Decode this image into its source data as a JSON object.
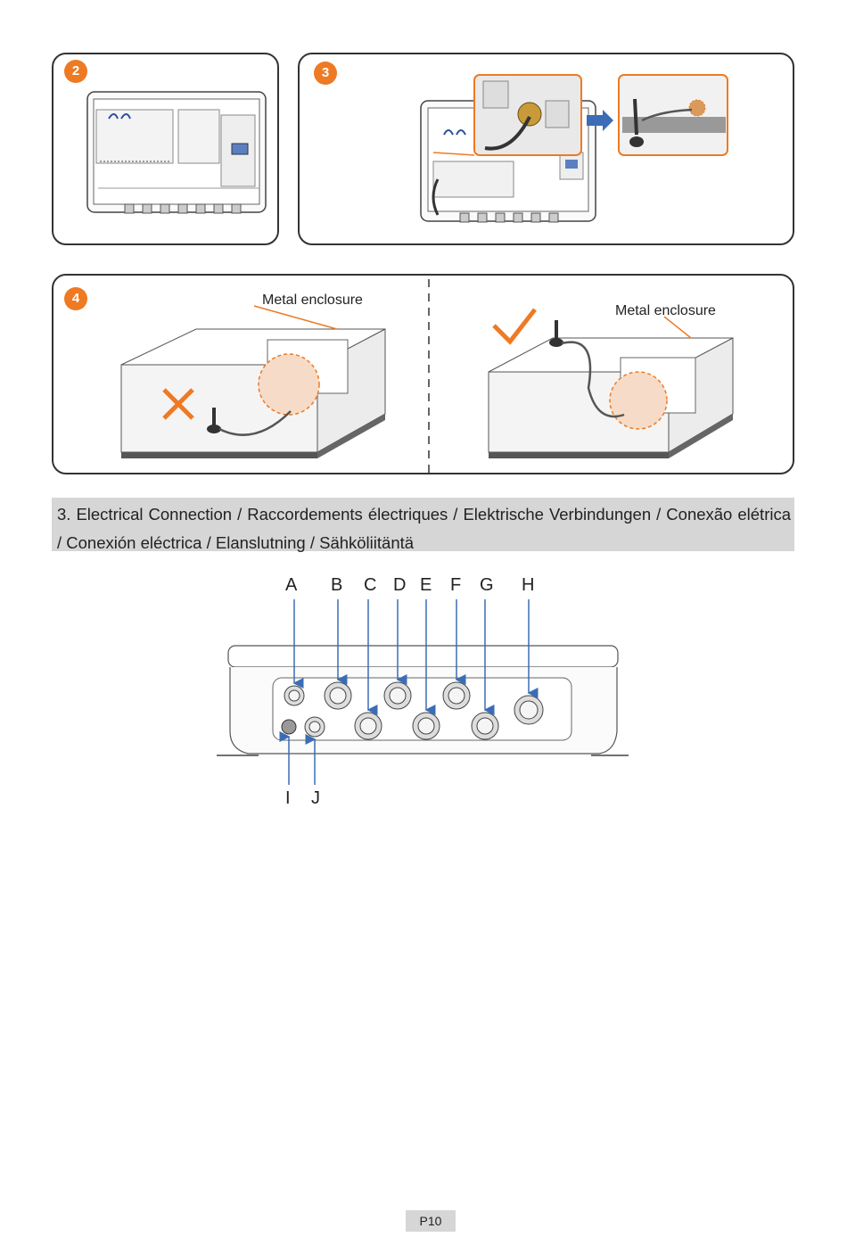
{
  "steps": [
    {
      "badge": "2"
    },
    {
      "badge": "3"
    },
    {
      "badge": "4",
      "labels": [
        "Metal enclosure",
        "Metal enclosure"
      ]
    }
  ],
  "section": {
    "heading": "3. Electrical Connection / Raccordements électriques /  Elektrische Verbindungen / Conexão elétrica / Conexión eléctrica / Elanslutning / Sähköliitäntä"
  },
  "connectors": {
    "top_letters": [
      "A",
      "B",
      "C",
      "D",
      "E",
      "F",
      "G",
      "H"
    ],
    "bottom_letters": [
      "I",
      "J"
    ]
  },
  "footer": {
    "page": "P10"
  },
  "colors": {
    "accent": "#ee7a24",
    "arrow_blue": "#3a6db5",
    "bar_gray": "#d6d6d6"
  }
}
